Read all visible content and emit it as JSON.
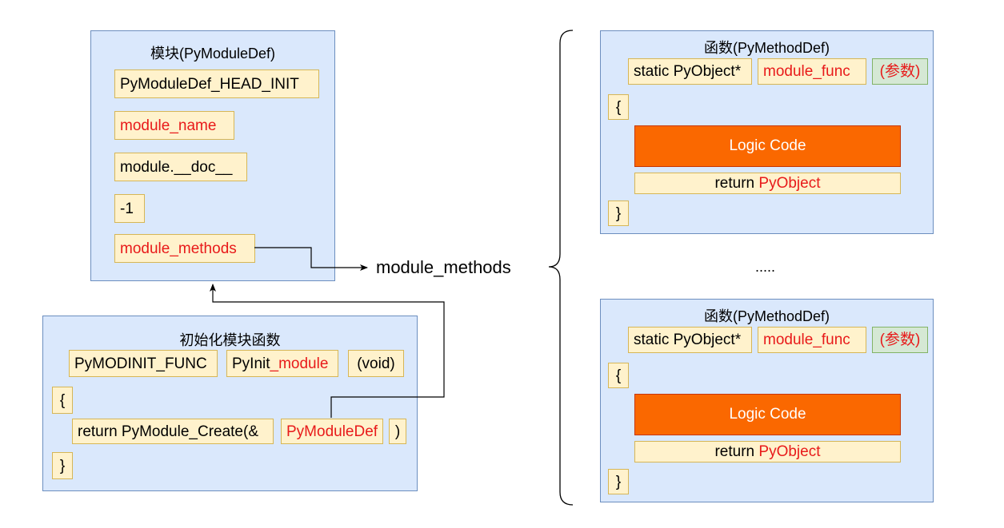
{
  "module_def": {
    "title": "模块(PyModuleDef)",
    "fields": [
      "PyModuleDef_HEAD_INIT",
      "module_name",
      "module.__doc__",
      "-1",
      "module_methods"
    ]
  },
  "init_func": {
    "title": "初始化模块函数",
    "ret_type": "PyMODINIT_FUNC",
    "name_prefix": "PyInit",
    "name_suffix": "_module",
    "params": "(void)",
    "open_brace": "{",
    "return_stmt": "return PyModule_Create(&",
    "return_arg": "PyModuleDef",
    "close_paren": ")",
    "close_brace": "}"
  },
  "methods_label": "module_methods",
  "ellipsis": ".....",
  "method_defs": [
    {
      "title": "函数(PyMethodDef)",
      "ret_type": "static PyObject*",
      "name": "module_func",
      "params": "(参数)",
      "open_brace": "{",
      "logic": "Logic Code",
      "return_kw": "return ",
      "return_type": "PyObject",
      "close_brace": "}"
    },
    {
      "title": "函数(PyMethodDef)",
      "ret_type": "static PyObject*",
      "name": "module_func",
      "params": "(参数)",
      "open_brace": "{",
      "logic": "Logic Code",
      "return_kw": "return ",
      "return_type": "PyObject",
      "close_brace": "}"
    }
  ],
  "colors": {
    "panel_fill": "#dae8fc",
    "panel_border": "#6c8ebf",
    "cell_fill": "#fff2cc",
    "cell_border": "#d6b656",
    "param_fill": "#d5e8d4",
    "logic_fill": "#fa6800",
    "highlight_text": "#e81a1a"
  }
}
